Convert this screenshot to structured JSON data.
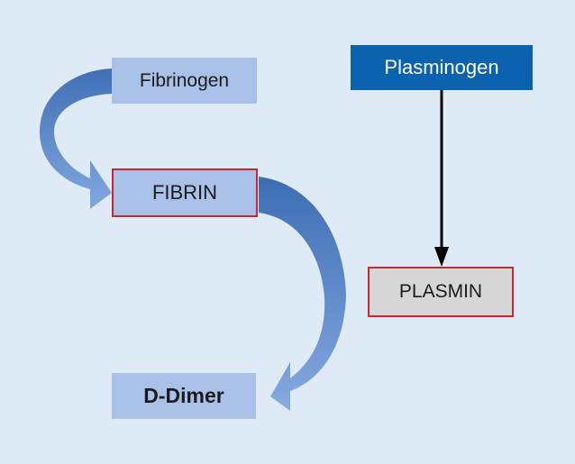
{
  "nodes": {
    "fibrinogen": "Fibrinogen",
    "fibrin": "FIBRIN",
    "ddimer": "D-Dimer",
    "plasminogen": "Plasminogen",
    "plasmin": "PLASMIN"
  },
  "colors": {
    "background": "#dfeaf7",
    "node_fill": "#a9c1e9",
    "plasminogen_fill": "#0b63b0",
    "plasmin_fill": "#d6d6d6",
    "highlight_border": "#c8282d",
    "curved_arrow": "#4f7fc3",
    "arrow_line": "#000000"
  },
  "edges": [
    {
      "from": "Fibrinogen",
      "to": "FIBRIN",
      "style": "curved-block-arrow"
    },
    {
      "from": "FIBRIN",
      "to": "D-Dimer",
      "style": "curved-block-arrow"
    },
    {
      "from": "Plasminogen",
      "to": "PLASMIN",
      "style": "straight-arrow"
    }
  ]
}
